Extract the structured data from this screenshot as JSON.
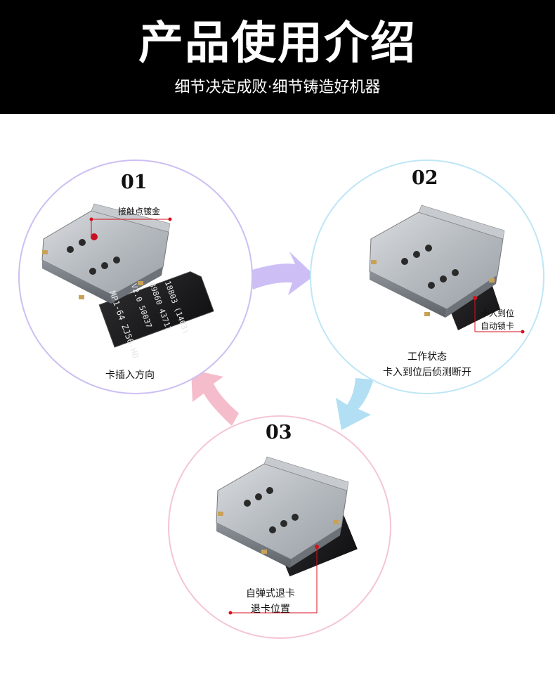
{
  "header": {
    "title": "产品使用介绍",
    "subtitle": "细节决定成败·细节铸造好机器"
  },
  "steps": [
    {
      "number": "01",
      "annotation": "接触点镀金",
      "caption": "卡插入方向"
    },
    {
      "number": "02",
      "annotation_line1": "卡入到位",
      "annotation_line2": "自动锁卡",
      "caption_line1": "工作状态",
      "caption_line2": "卡入到位后侦测断开"
    },
    {
      "number": "03",
      "caption_line1": "自弹式退卡",
      "caption_line2": "退卡位置"
    }
  ],
  "card_print": {
    "line1": "MP1-64",
    "line2": "V2.0",
    "line3": "ZJ56-HB",
    "line4": "89860",
    "line5": "43711",
    "line6": "18803",
    "line7": "50037",
    "line8": "(1403)"
  },
  "colors": {
    "circle1": "#cdbff2",
    "circle2": "#bfe6f6",
    "circle3": "#f4c6d4",
    "arrow1": "#c8b8f5",
    "arrow2": "#aadcf2",
    "arrow3": "#f4b6c6",
    "marker": "#d8101c"
  }
}
